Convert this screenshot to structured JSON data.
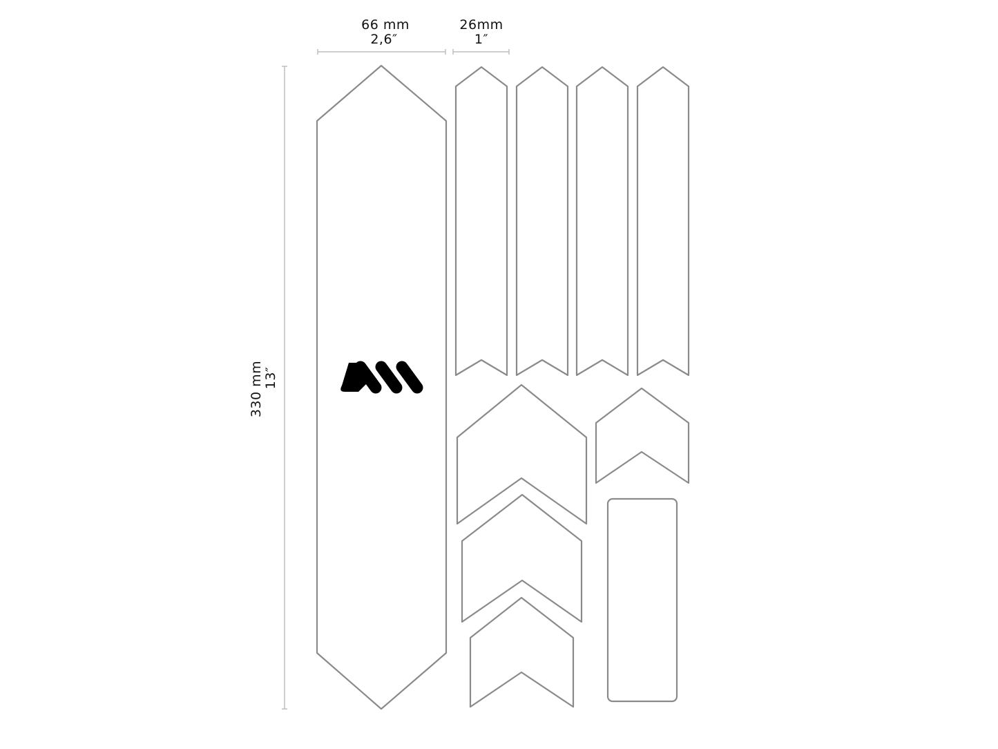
{
  "diagram": {
    "title": "Frame protection kit layout",
    "colors": {
      "background": "#ffffff",
      "outline": "#8a8a8a",
      "dimension_line": "#bdbdbd",
      "text": "#111111",
      "logo": "#000000"
    },
    "dimensions": {
      "width_large": {
        "metric": "66 mm",
        "imperial": "2,6″"
      },
      "width_strip": {
        "metric": "26mm",
        "imperial": "1″"
      },
      "height": {
        "metric": "330 mm",
        "imperial": "13″"
      }
    },
    "logo": {
      "name": "brand-logo-m",
      "position": "large-hexagon-center"
    },
    "pieces": [
      {
        "id": "large-hexagon",
        "shape": "elongated-hexagon",
        "count": 1
      },
      {
        "id": "strip",
        "shape": "arrow-strip",
        "count": 4
      },
      {
        "id": "chevron-large",
        "shape": "chevron",
        "count": 1
      },
      {
        "id": "chevron-small-right",
        "shape": "chevron",
        "count": 1
      },
      {
        "id": "chevron-medium",
        "shape": "chevron",
        "count": 1
      },
      {
        "id": "chevron-bottom",
        "shape": "chevron",
        "count": 1
      },
      {
        "id": "rectangle",
        "shape": "rounded-rectangle",
        "count": 1
      }
    ]
  }
}
